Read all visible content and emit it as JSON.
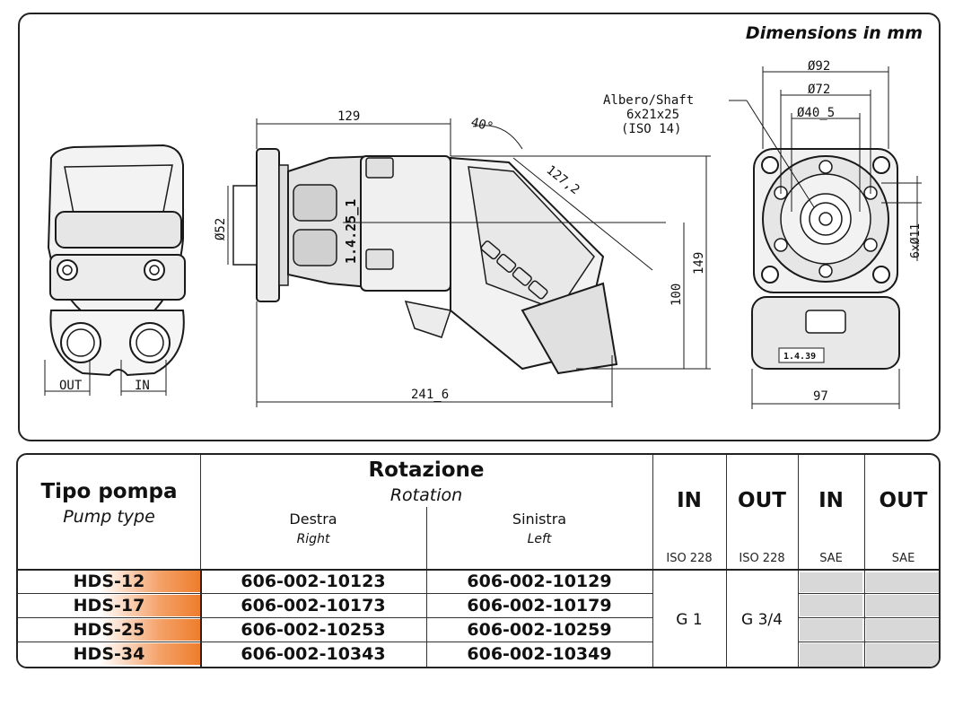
{
  "drawing": {
    "title": "Dimensions in mm",
    "side_view": {
      "out_label": "OUT",
      "in_label": "IN"
    },
    "main_view": {
      "dim_129": "129",
      "dim_angle": "40°",
      "dim_127": "127,2",
      "dim_52": "Ø52",
      "dim_1425": "1.4.25_1",
      "dim_149": "149",
      "dim_100": "100",
      "dim_2416": "241_6"
    },
    "front_view": {
      "shaft_line1": "Albero/Shaft",
      "shaft_line2": "6x21x25",
      "shaft_line3": "(ISO 14)",
      "dim_92": "Ø92",
      "dim_72": "Ø72",
      "dim_405": "Ø40_5",
      "dim_11": "6xØ11",
      "dim_97": "97",
      "plate": "1.4.39"
    }
  },
  "table": {
    "pump_type_label": "Tipo pompa",
    "pump_type_label_en": "Pump type",
    "rotation_label": "Rotazione",
    "rotation_label_en": "Rotation",
    "right_label": "Destra",
    "right_label_en": "Right",
    "left_label": "Sinistra",
    "left_label_en": "Left",
    "cols": [
      {
        "label": "IN",
        "std": "ISO 228"
      },
      {
        "label": "OUT",
        "std": "ISO 228"
      },
      {
        "label": "IN",
        "std": "SAE"
      },
      {
        "label": "OUT",
        "std": "SAE"
      }
    ],
    "rows": [
      {
        "pump": "HDS-12",
        "right": "606-002-10123",
        "left": "606-002-10129"
      },
      {
        "pump": "HDS-17",
        "right": "606-002-10173",
        "left": "606-002-10179"
      },
      {
        "pump": "HDS-25",
        "right": "606-002-10253",
        "left": "606-002-10259"
      },
      {
        "pump": "HDS-34",
        "right": "606-002-10343",
        "left": "606-002-10349"
      }
    ],
    "in_thread": "G 1",
    "out_thread": "G 3/4",
    "accent_color": "#ee7d2c",
    "sae_cell_color": "#d8d8d8"
  }
}
